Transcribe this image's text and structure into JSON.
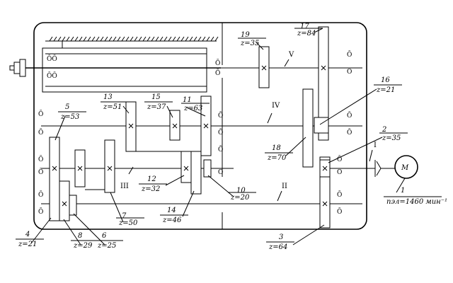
{
  "diagram": {
    "shafts": [
      "I",
      "II",
      "III",
      "IV",
      "V"
    ],
    "gears": [
      {
        "n": "1",
        "z": "nэл=1460 мин⁻¹"
      },
      {
        "n": "2",
        "z": "z=35"
      },
      {
        "n": "3",
        "z": "z=64"
      },
      {
        "n": "4",
        "z": "z=21"
      },
      {
        "n": "5",
        "z": "z=53"
      },
      {
        "n": "6",
        "z": "z=25"
      },
      {
        "n": "7",
        "z": "z=50"
      },
      {
        "n": "8",
        "z": "z=29"
      },
      {
        "n": "10",
        "z": "z=20"
      },
      {
        "n": "11",
        "z": "z=63"
      },
      {
        "n": "12",
        "z": "z=32"
      },
      {
        "n": "13",
        "z": "z=51"
      },
      {
        "n": "14",
        "z": "z=46"
      },
      {
        "n": "15",
        "z": "z=37"
      },
      {
        "n": "16",
        "z": "z=21"
      },
      {
        "n": "17",
        "z": "z=84"
      },
      {
        "n": "18",
        "z": "z=70"
      },
      {
        "n": "19",
        "z": "z=35"
      }
    ],
    "motor_label": "M",
    "bearing_symbol": "ŌŌ"
  }
}
